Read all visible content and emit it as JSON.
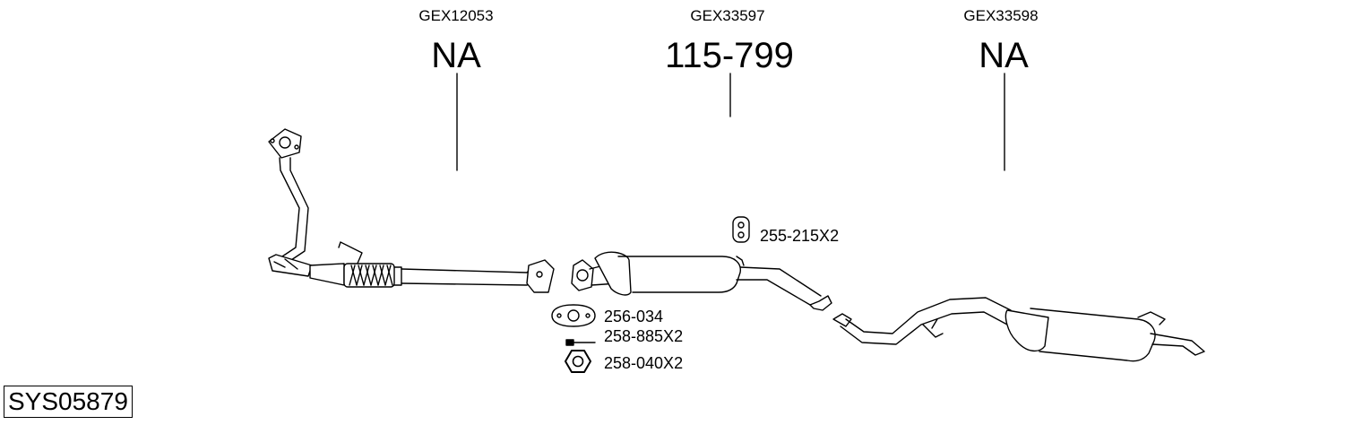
{
  "columns": [
    {
      "code": "GEX12053",
      "number": "NA"
    },
    {
      "code": "GEX33597",
      "number": "115-799"
    },
    {
      "code": "GEX33598",
      "number": "NA"
    }
  ],
  "parts": [
    {
      "ref": "255-215X2",
      "icon": "rubber-hanger-icon"
    },
    {
      "ref": "256-034",
      "icon": "gasket-icon"
    },
    {
      "ref": "258-885X2",
      "icon": "bolt-icon"
    },
    {
      "ref": "258-040X2",
      "icon": "nut-icon"
    }
  ],
  "system_id": "SYS05879"
}
